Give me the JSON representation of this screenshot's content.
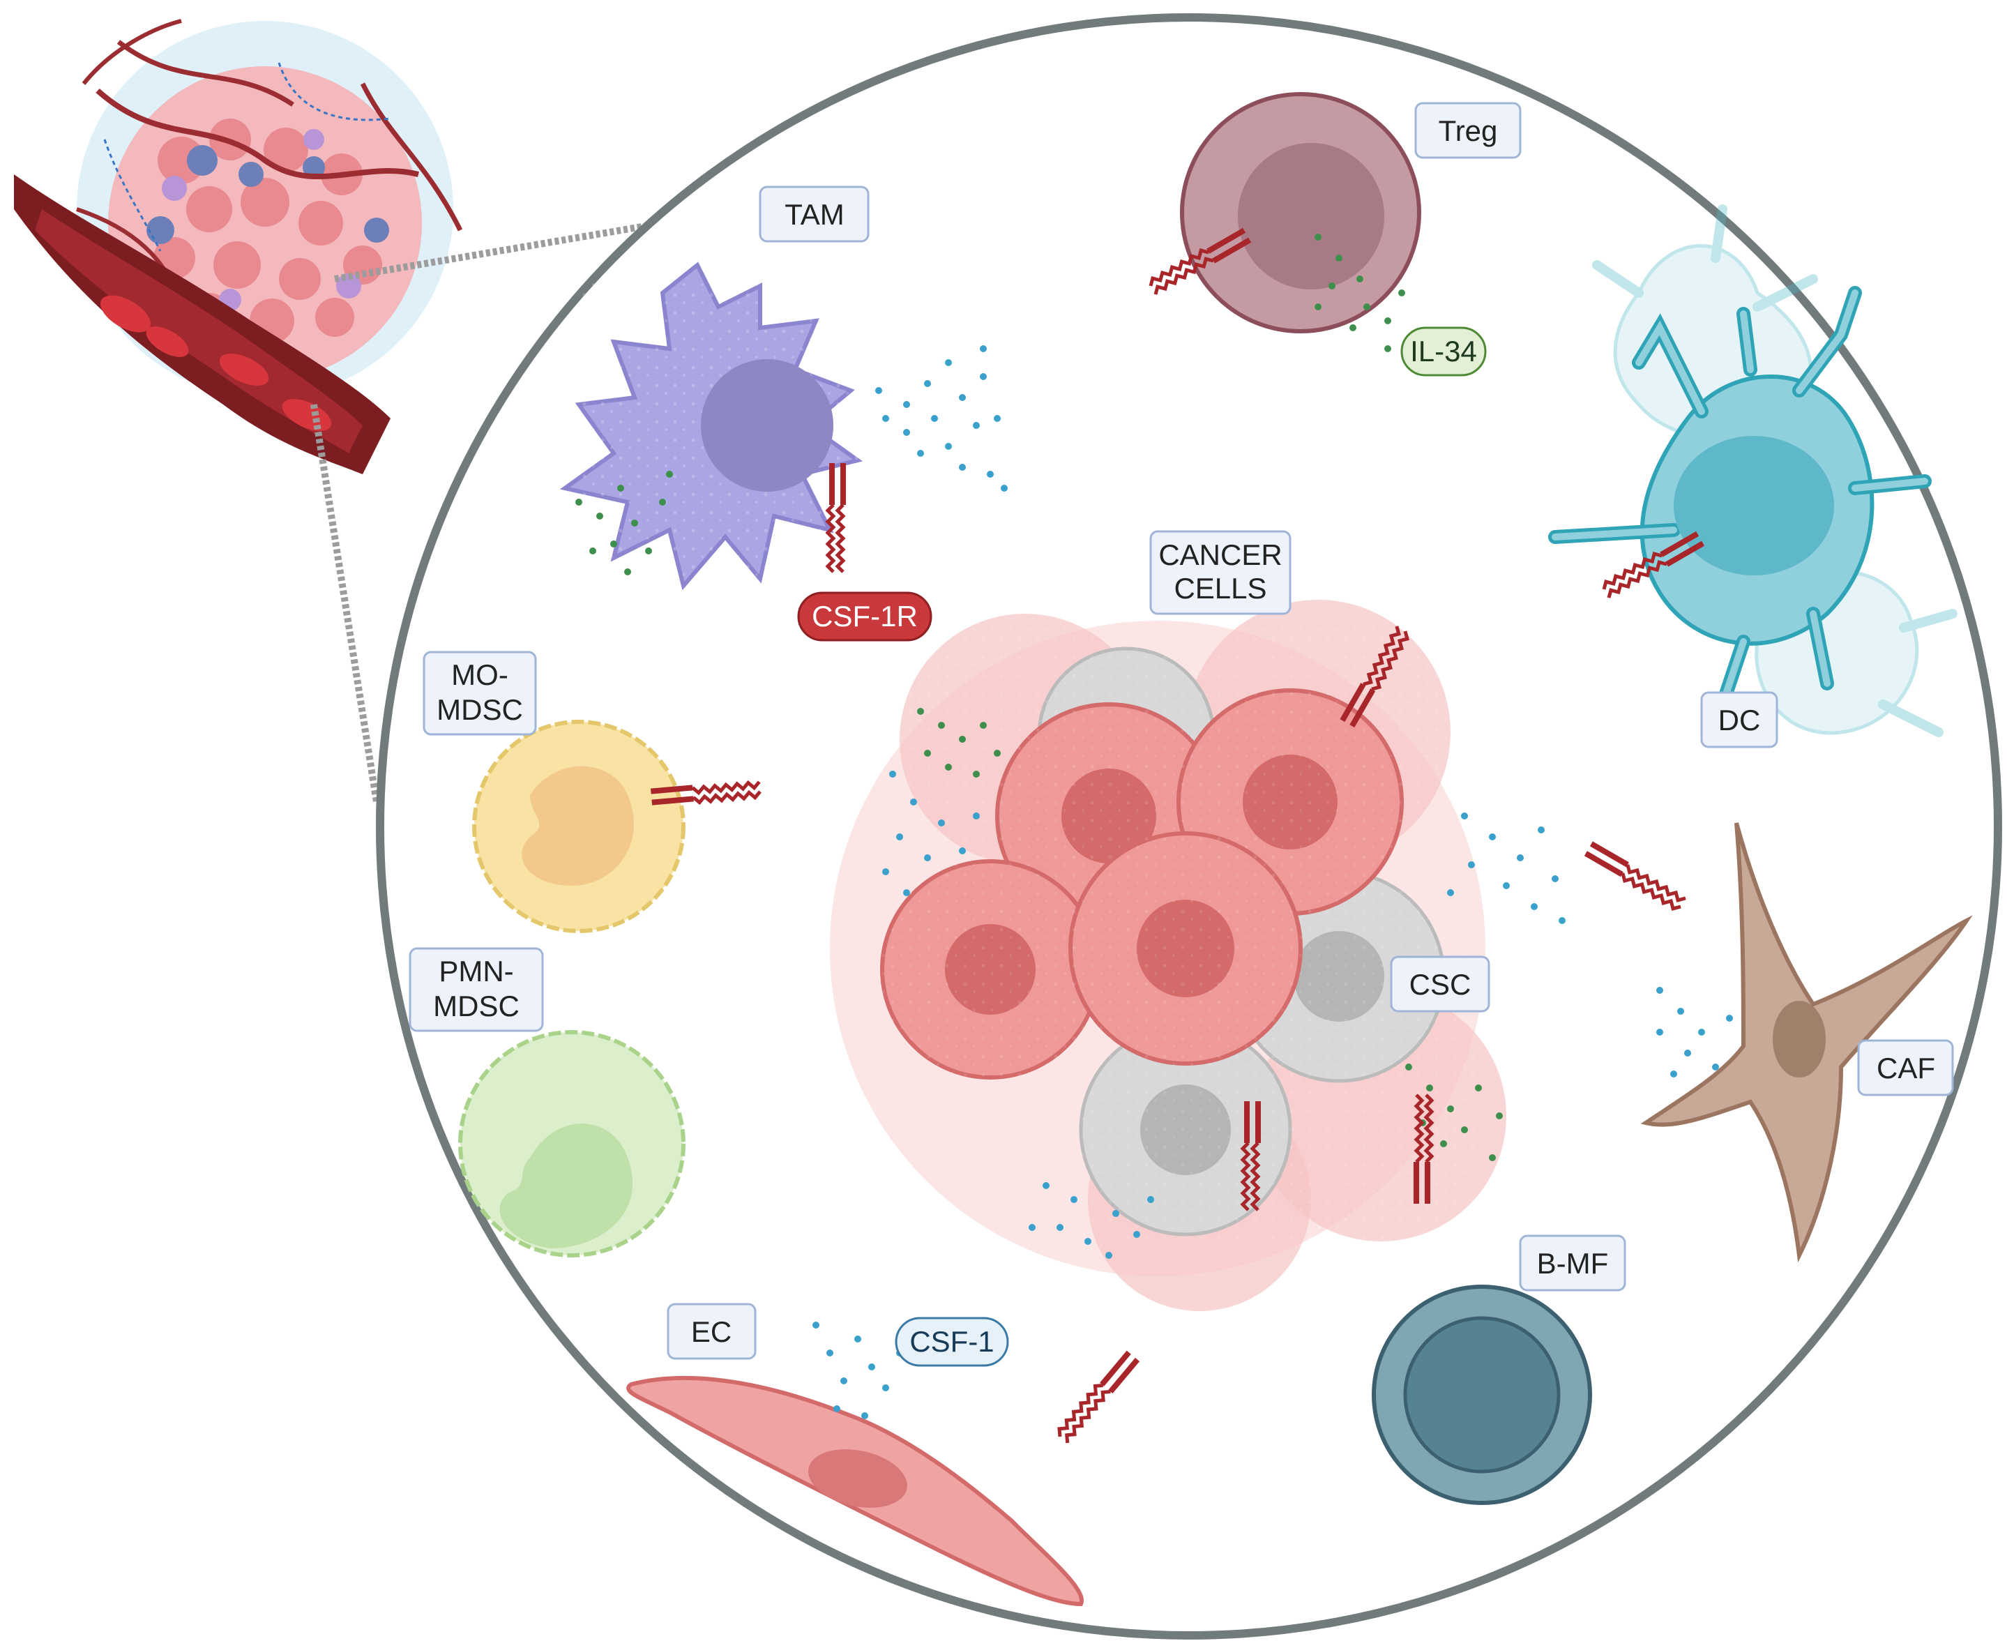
{
  "labels": {
    "tam": "TAM",
    "treg": "Treg",
    "il34": "IL-34",
    "dc": "DC",
    "cancer_line1": "CANCER",
    "cancer_line2": "CELLS",
    "csf1r": "CSF-1R",
    "mo_mdsc_line1": "MO-",
    "mo_mdsc_line2": "MDSC",
    "pmn_mdsc_line1": "PMN-",
    "pmn_mdsc_line2": "MDSC",
    "csc": "CSC",
    "caf": "CAF",
    "bmf": "B-MF",
    "ec": "EC",
    "csf1": "CSF-1"
  },
  "colors": {
    "tam": "#a9a6e3",
    "treg": "#c49aa3",
    "dc": "#8fd0dc",
    "mo_mdsc": "#f8e3a4",
    "pmn_mdsc": "#d9ecc9",
    "cancer": "#ef9999",
    "csc": "#d8d8d8",
    "caf": "#c8a896",
    "bmf": "#6e9aa6",
    "ec": "#f0a3a3",
    "receptor": "#a8262a",
    "dots_blue": "#3aa0cc",
    "dots_green": "#3f8f4c",
    "boundary": "#727b7b"
  }
}
